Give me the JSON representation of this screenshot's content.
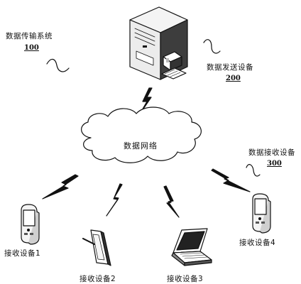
{
  "system": {
    "label": "数据传输系统",
    "ref": "100"
  },
  "sender": {
    "label": "数据发送设备",
    "ref": "200"
  },
  "network": {
    "label": "数据网络"
  },
  "receiver_group": {
    "label": "数据接收设备",
    "ref": "300"
  },
  "receivers": [
    {
      "label": "接收设备1"
    },
    {
      "label": "接收设备2"
    },
    {
      "label": "接收设备3"
    },
    {
      "label": "接收设备4"
    }
  ]
}
